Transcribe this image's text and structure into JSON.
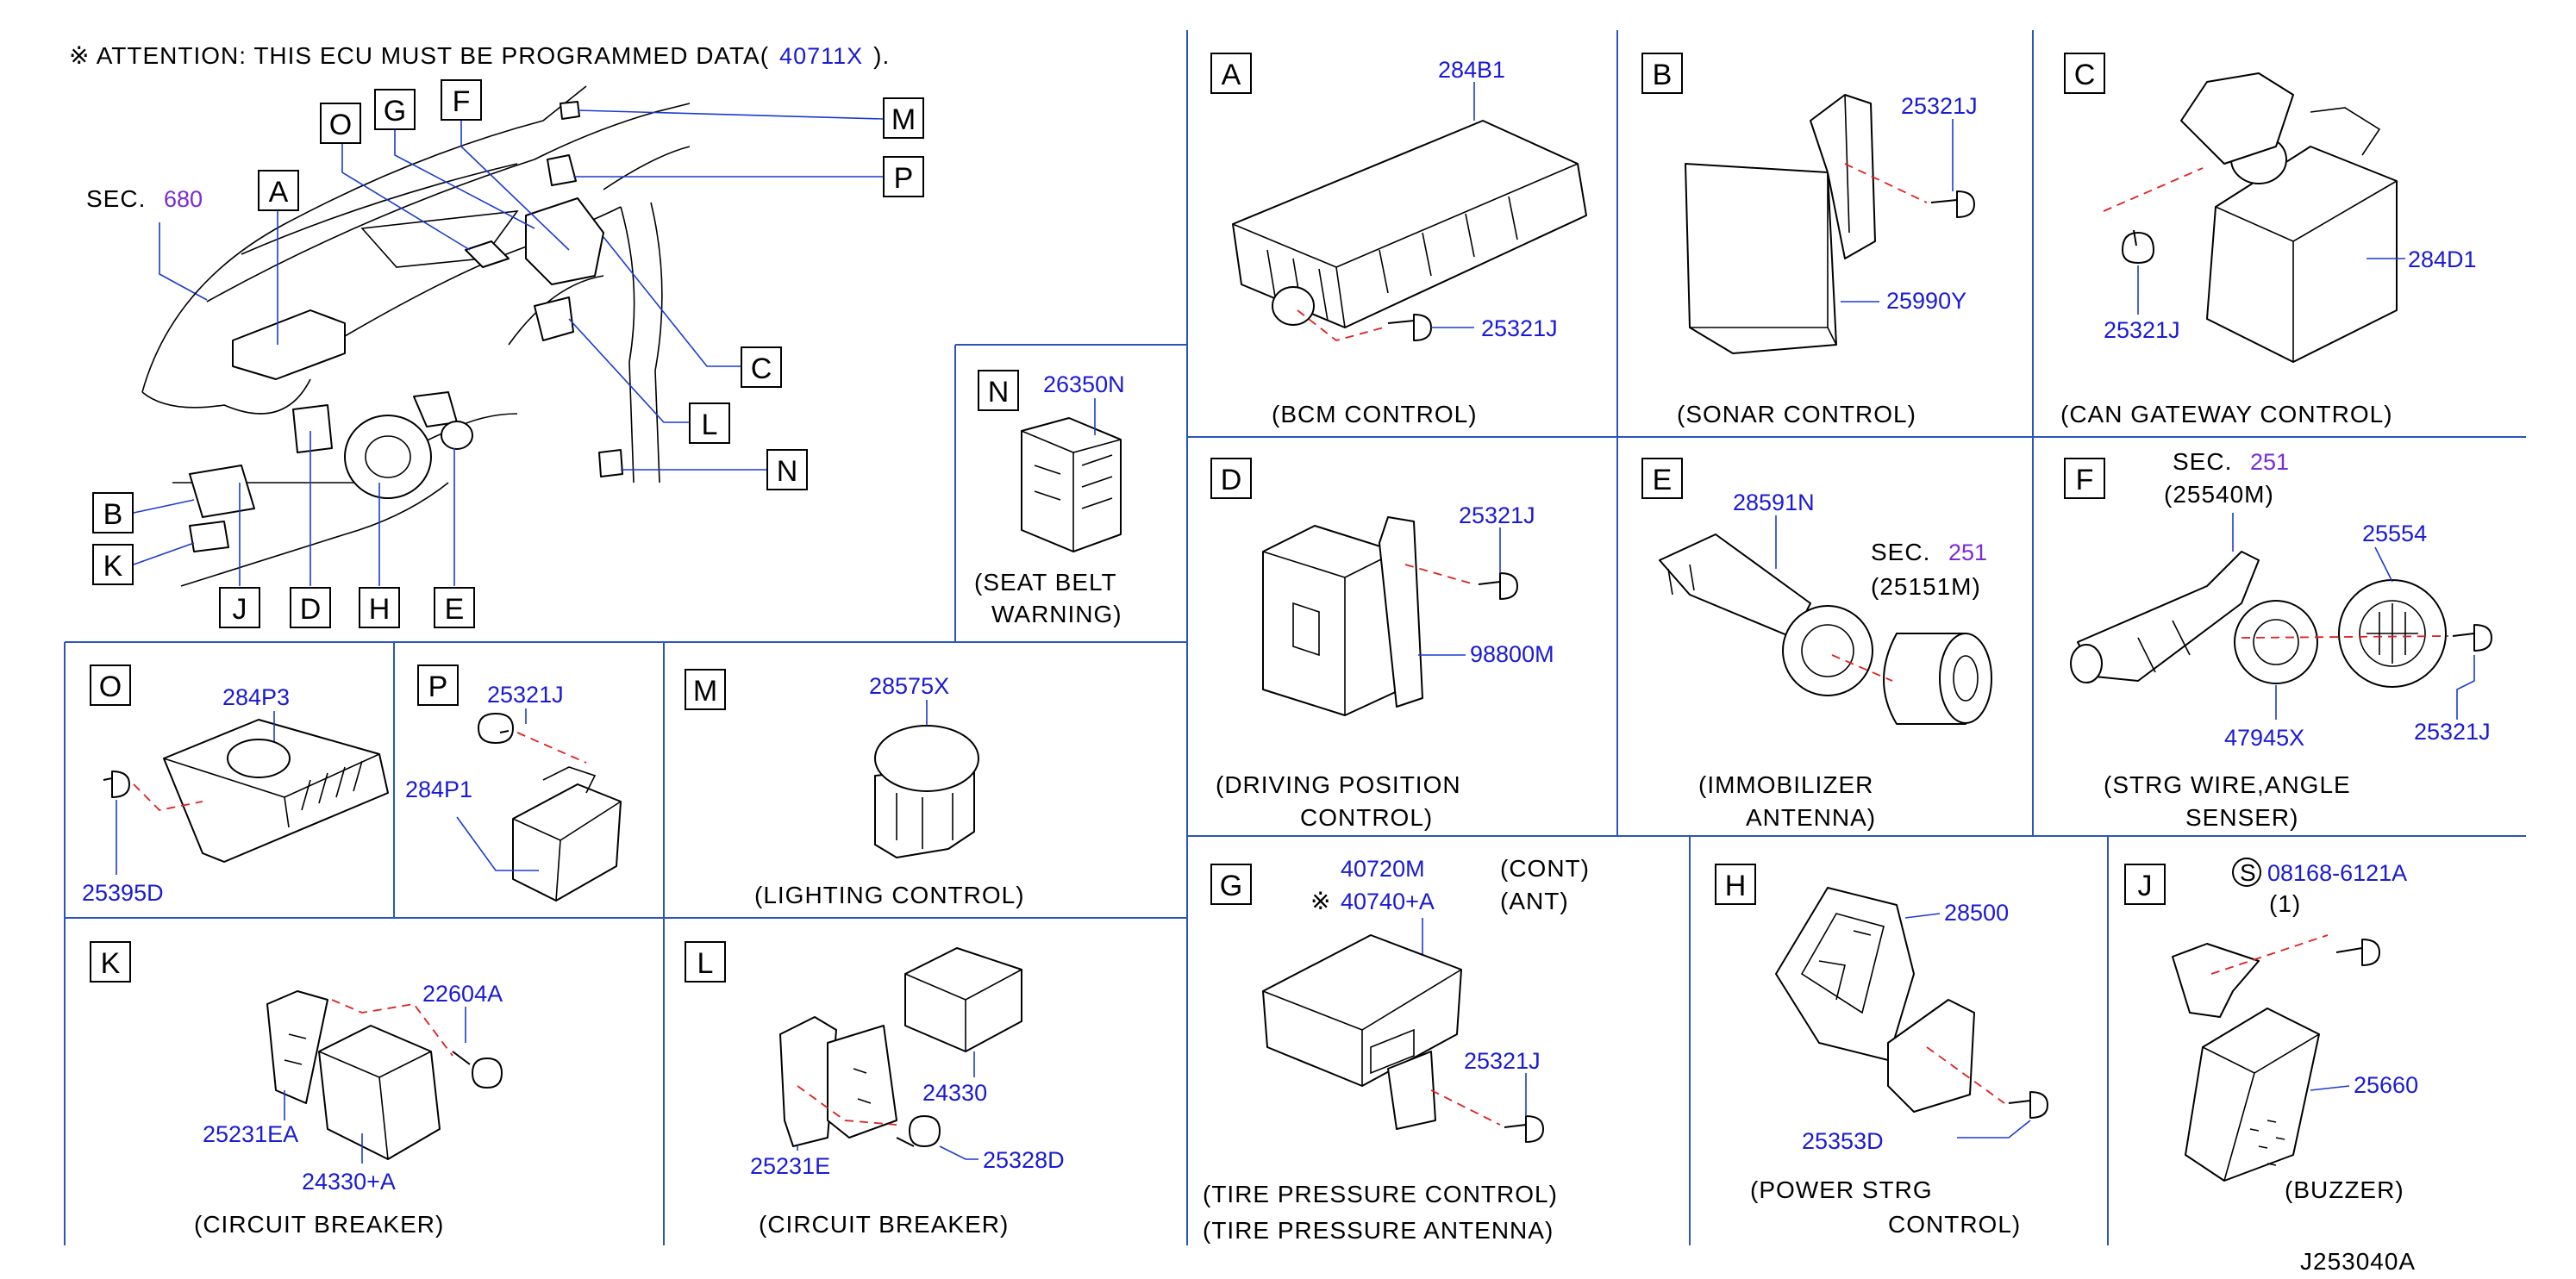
{
  "header": {
    "note": "※ ATTENTION:  THIS  ECU  MUST  BE        PROGRAMMED  DATA(",
    "note_part": "40711X",
    "note_close": ")."
  },
  "overview": {
    "sec_label": "SEC.",
    "sec_num": "680",
    "letters": [
      "A",
      "B",
      "C",
      "D",
      "E",
      "F",
      "G",
      "H",
      "J",
      "K",
      "L",
      "M",
      "N",
      "O",
      "P"
    ]
  },
  "panels": [
    {
      "letter": "A",
      "caption1": "(BCM   CONTROL)",
      "caption2": "",
      "parts": [
        "284B1",
        "25321J"
      ]
    },
    {
      "letter": "B",
      "caption1": "(SONAR   CONTROL)",
      "caption2": "",
      "parts": [
        "25321J",
        "25990Y"
      ]
    },
    {
      "letter": "C",
      "caption1": "(CAN   GATEWAY   CONTROL)",
      "caption2": "",
      "parts": [
        "284D1",
        "25321J"
      ]
    },
    {
      "letter": "N",
      "caption1": "(SEAT   BELT",
      "caption2": "WARNING)",
      "parts": [
        "26350N"
      ]
    },
    {
      "letter": "D",
      "caption1": "(DRIVING   POSITION",
      "caption2": "CONTROL)",
      "parts": [
        "25321J",
        "98800M"
      ]
    },
    {
      "letter": "E",
      "caption1": "(IMMOBILIZER",
      "caption2": "ANTENNA)",
      "parts": [
        "28591N"
      ],
      "sec_label": "SEC.",
      "sec_num": "251",
      "sec_sub": "(25151M)"
    },
    {
      "letter": "F",
      "caption1": "(STRG   WIRE,ANGLE",
      "caption2": "SENSER)",
      "parts": [
        "25554",
        "47945X",
        "25321J"
      ],
      "sec_label": "SEC.",
      "sec_num": "251",
      "sec_sub": "(25540M)"
    },
    {
      "letter": "O",
      "caption1": "",
      "caption2": "",
      "parts": [
        "284P3",
        "25395D"
      ]
    },
    {
      "letter": "P",
      "caption1": "",
      "caption2": "",
      "parts": [
        "25321J",
        "284P1"
      ]
    },
    {
      "letter": "M",
      "caption1": "(LIGHTING   CONTROL)",
      "caption2": "",
      "parts": [
        "28575X"
      ]
    },
    {
      "letter": "G",
      "caption1": "(TIRE   PRESSURE   CONTROL)",
      "caption2": "(TIRE   PRESSURE   ANTENNA)",
      "parts": [
        "40720M",
        "40740+A",
        "25321J"
      ],
      "notes": [
        "(CONT)",
        "(ANT)"
      ],
      "mark": "※"
    },
    {
      "letter": "H",
      "caption1": "(POWER   STRG",
      "caption2": "CONTROL)",
      "parts": [
        "28500",
        "25353D"
      ]
    },
    {
      "letter": "J",
      "caption1": "(BUZZER)",
      "caption2": "",
      "parts": [
        "08168-6121A",
        "25660"
      ],
      "qty": "(1)",
      "mark": "S"
    },
    {
      "letter": "K",
      "caption1": "(CIRCUIT   BREAKER)",
      "caption2": "",
      "parts": [
        "22604A",
        "25231EA",
        "24330+A"
      ]
    },
    {
      "letter": "L",
      "caption1": "(CIRCUIT   BREAKER)",
      "caption2": "",
      "parts": [
        "24330",
        "25231E",
        "25328D"
      ]
    }
  ],
  "footer": {
    "code": "J253040A"
  },
  "colors": {
    "part_number": "#1a1ad6",
    "section_ref": "#7a2ad8",
    "grid": "#2b55b8",
    "leader": "#1a3bd0",
    "dashed_link": "#e02020"
  }
}
